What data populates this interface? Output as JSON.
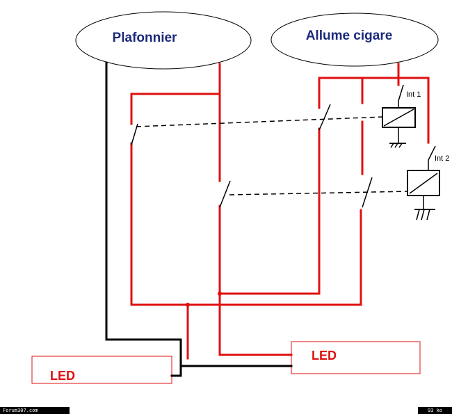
{
  "labels": {
    "plafonnier": "Plafonnier",
    "allume_cigare": "Allume cigare",
    "int1": "Int 1",
    "int2": "Int 2",
    "led_left": "LED",
    "led_right": "LED"
  },
  "footer": {
    "site": "Forum307.com",
    "size": "93 ko"
  },
  "colors": {
    "wire_red": "#e01010",
    "wire_black": "#000000",
    "title_text": "#1c2a7a",
    "led_text": "#e01010"
  }
}
